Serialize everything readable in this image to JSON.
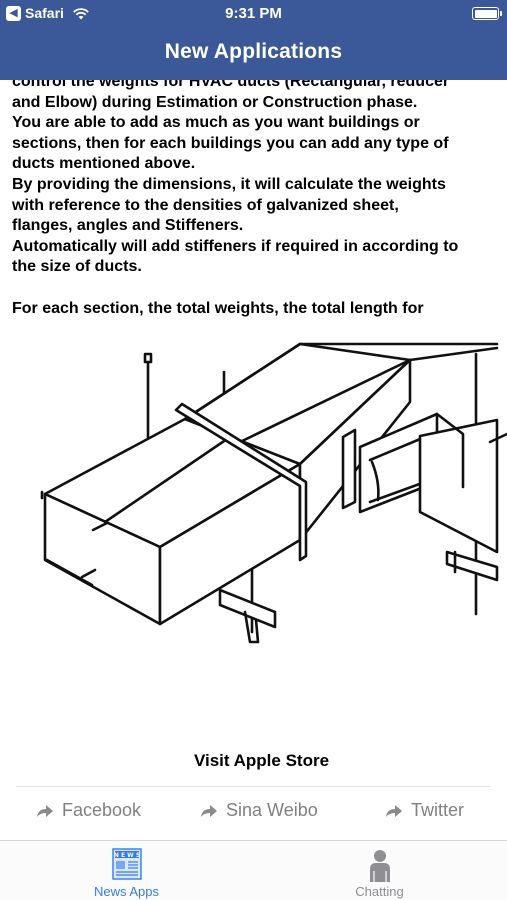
{
  "status_bar": {
    "back_app": "Safari",
    "time": "9:31 PM"
  },
  "nav": {
    "title": "New Applications"
  },
  "description_lines": [
    "control the weights for HVAC ducts (Rectangular, reducer",
    "and Elbow) during Estimation or Construction phase.",
    "You are able to add as much as you want buildings or",
    "sections, then for each buildings you can add any type of",
    "ducts mentioned above.",
    "By providing the dimensions, it will calculate the weights",
    "with reference to the densities of galvanized sheet,",
    "flanges, angles and Stiffeners.",
    "Automatically will add stiffeners if required in according to",
    "the size of ducts.",
    "",
    "For each section, the total weights, the total length for"
  ],
  "visit_store": {
    "label": "Visit Apple Store"
  },
  "share": [
    {
      "label": "Facebook",
      "icon": "share-arrow-icon"
    },
    {
      "label": "Sina Weibo",
      "icon": "share-arrow-icon"
    },
    {
      "label": "Twitter",
      "icon": "share-arrow-icon"
    }
  ],
  "tabs": [
    {
      "label": "News Apps",
      "icon": "newspaper-icon",
      "active": true
    },
    {
      "label": "Chatting",
      "icon": "person-icon",
      "active": false
    }
  ],
  "colors": {
    "nav_bg": "#3b5998",
    "tab_active": "#2f7bf6",
    "tab_inactive": "#8e8e93",
    "share_text": "#808080"
  }
}
